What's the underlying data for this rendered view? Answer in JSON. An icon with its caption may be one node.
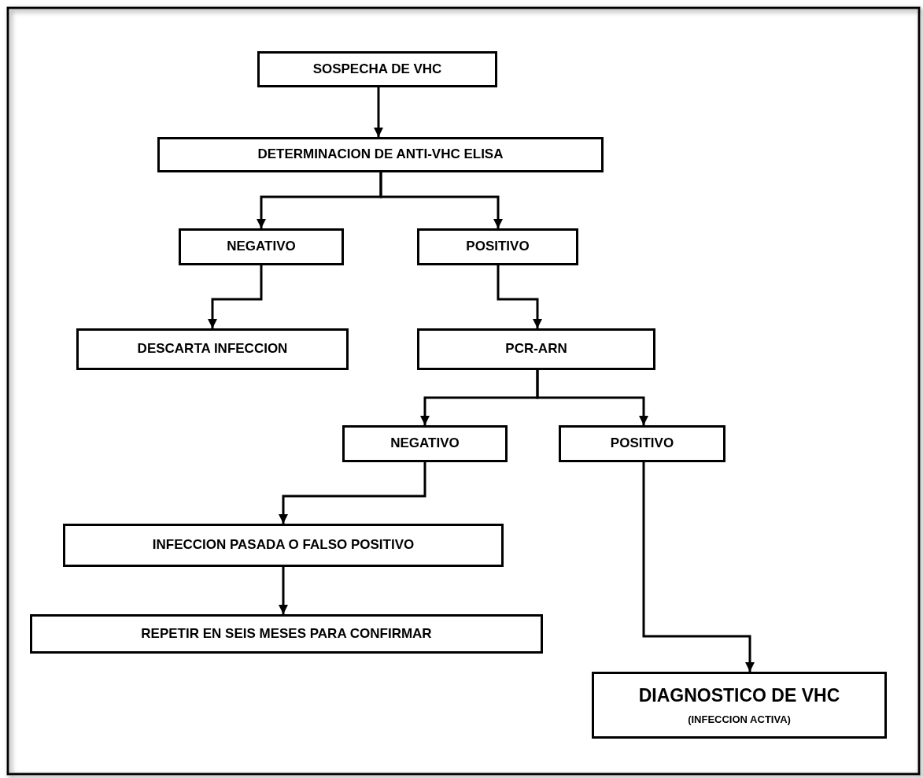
{
  "diagram": {
    "nodes": [
      {
        "text": [
          "SOSPECHA DE VHC"
        ]
      },
      {
        "text": [
          "DETERMINACION DE ANTI-VHC ELISA"
        ]
      },
      {
        "text": [
          "NEGATIVO"
        ]
      },
      {
        "text": [
          "POSITIVO"
        ]
      },
      {
        "text": [
          "DESCARTA INFECCION"
        ]
      },
      {
        "text": [
          "PCR-ARN"
        ]
      },
      {
        "text": [
          "NEGATIVO"
        ]
      },
      {
        "text": [
          "POSITIVO"
        ]
      },
      {
        "text": [
          "INFECCION PASADA O FALSO POSITIVO"
        ]
      },
      {
        "text": [
          "REPETIR EN SEIS MESES PARA CONFIRMAR"
        ]
      },
      {
        "text": [
          "DIAGNOSTICO DE VHC",
          "(INFECCION ACTIVA)"
        ]
      }
    ],
    "edges": [
      {
        "from": 0,
        "to": 1,
        "arrow": "to"
      },
      {
        "from": 1,
        "to": 2,
        "arrow": "to"
      },
      {
        "from": 1,
        "to": 3,
        "arrow": "to"
      },
      {
        "from": 2,
        "to": 4,
        "arrow": "to"
      },
      {
        "from": 3,
        "to": 5,
        "arrow": "to"
      },
      {
        "from": 5,
        "to": 6,
        "arrow": "to"
      },
      {
        "from": 5,
        "to": 7,
        "arrow": "to"
      },
      {
        "from": 6,
        "to": 8,
        "arrow": "to"
      },
      {
        "from": 8,
        "to": 9,
        "arrow": "to"
      },
      {
        "from": 7,
        "to": 10,
        "arrow": "to"
      }
    ]
  }
}
